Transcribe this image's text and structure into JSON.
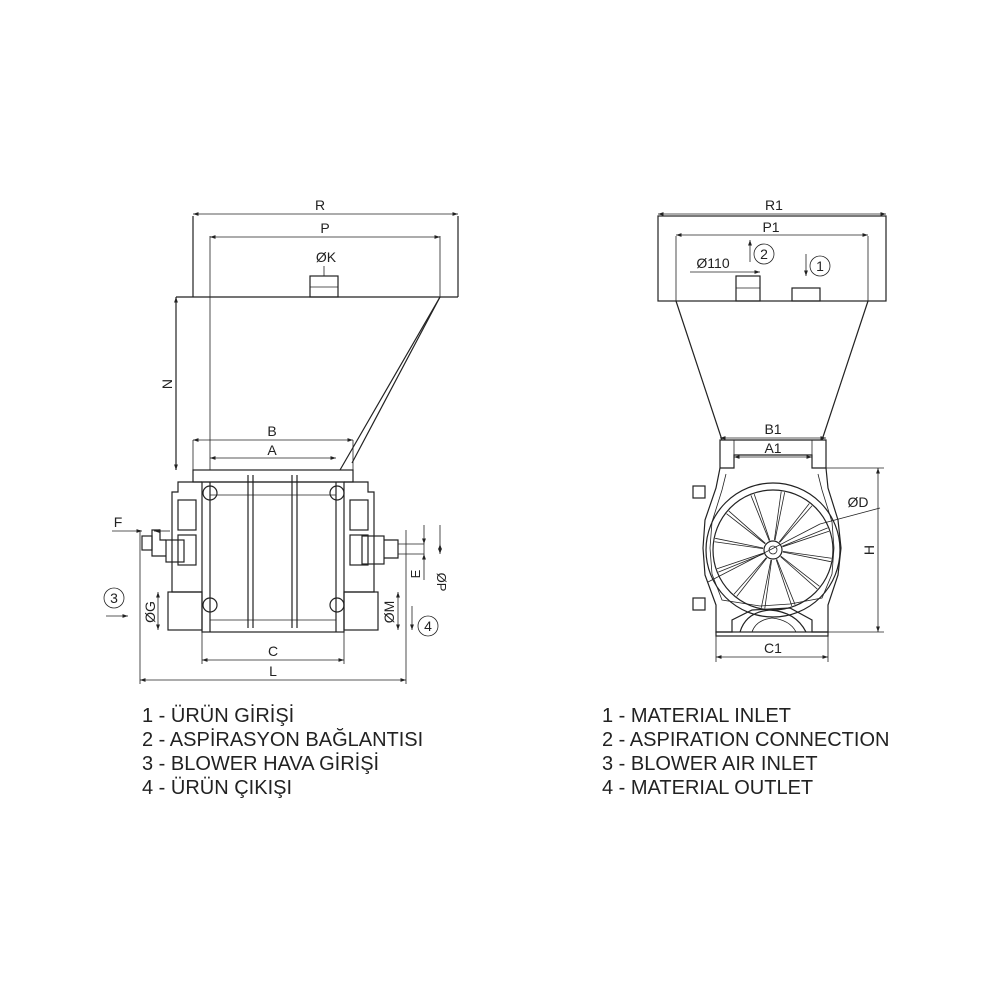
{
  "left_view": {
    "dims": {
      "R": "R",
      "P": "P",
      "K": "ØK",
      "N": "N",
      "B": "B",
      "A": "A",
      "F": "F",
      "G": "ØG",
      "M": "ØM",
      "E": "E",
      "Pd": "ØP",
      "C": "C",
      "L": "L"
    },
    "markers": {
      "blower_air_inlet": "3",
      "material_outlet": "4"
    }
  },
  "right_view": {
    "dims": {
      "R1": "R1",
      "P1": "P1",
      "D110": "Ø110",
      "B1": "B1",
      "A1": "A1",
      "D": "ØD",
      "H": "H",
      "C1": "C1"
    },
    "markers": {
      "aspiration": "2",
      "material_inlet": "1"
    }
  },
  "legend_tr": [
    "1 - ÜRÜN GİRİŞİ",
    "2 - ASPİRASYON BAĞLANTISI",
    "3 - BLOWER HAVA GİRİŞİ",
    "4 - ÜRÜN ÇIKIŞI"
  ],
  "legend_en": [
    "1 - MATERIAL INLET",
    "2 - ASPIRATION CONNECTION",
    "3 - BLOWER AIR INLET",
    "4 - MATERIAL OUTLET"
  ]
}
